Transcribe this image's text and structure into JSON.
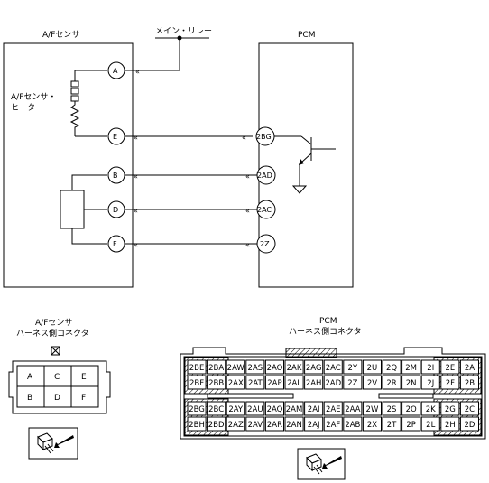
{
  "diagram": {
    "af_sensor_title": "A/Fセンサ",
    "pcm_title": "PCM",
    "main_relay": "メイン・リレー",
    "heater_label_line1": "A/Fセンサ・",
    "heater_label_line2": "ヒータ",
    "sensor_pins": {
      "a": "A",
      "e": "E",
      "b": "B",
      "d": "D",
      "f": "F"
    },
    "pcm_pins": {
      "bg": "2BG",
      "ad": "2AD",
      "ac": "2AC",
      "z": "2Z"
    }
  },
  "af_connector": {
    "title_line1": "A/Fセンサ",
    "title_line2": "ハーネス側コネクタ",
    "cells": [
      "A",
      "C",
      "E",
      "B",
      "D",
      "F"
    ]
  },
  "pcm_connector": {
    "title_line1": "PCM",
    "title_line2": "ハーネス側コネクタ",
    "rows": [
      [
        "2BE",
        "2BA",
        "2AW",
        "2AS",
        "2AO",
        "2AK",
        "2AG",
        "2AC",
        "2Y",
        "2U",
        "2Q",
        "2M",
        "2I",
        "2E",
        "2A"
      ],
      [
        "2BF",
        "2BB",
        "2AX",
        "2AT",
        "2AP",
        "2AL",
        "2AH",
        "2AD",
        "2Z",
        "2V",
        "2R",
        "2N",
        "2J",
        "2F",
        "2B"
      ],
      [
        "2BG",
        "2BC",
        "2AY",
        "2AU",
        "2AQ",
        "2AM",
        "2AI",
        "2AE",
        "2AA",
        "2W",
        "2S",
        "2O",
        "2K",
        "2G",
        "2C"
      ],
      [
        "2BH",
        "2BD",
        "2AZ",
        "2AV",
        "2AR",
        "2AN",
        "2AJ",
        "2AF",
        "2AB",
        "2X",
        "2T",
        "2P",
        "2L",
        "2H",
        "2D"
      ]
    ]
  }
}
